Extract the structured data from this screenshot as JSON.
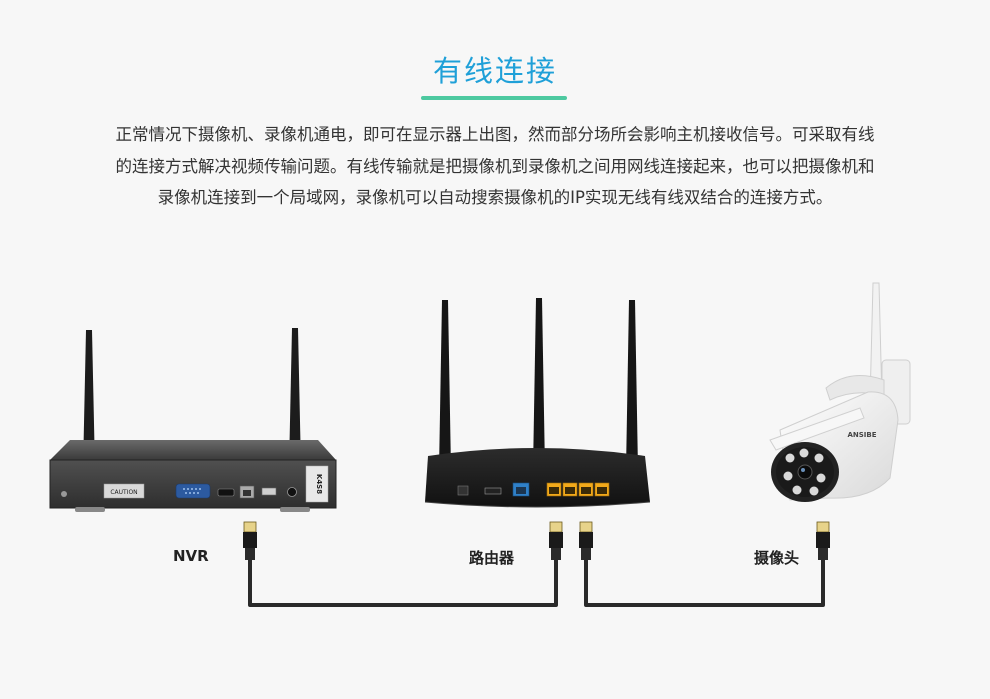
{
  "heading": "有线连接",
  "description": "正常情况下摄像机、录像机通电，即可在显示器上出图，然而部分场所会影响主机接收信号。可采取有线的连接方式解决视频传输问题。有线传输就是把摄像机到录像机之间用网线连接起来，也可以把摄像机和录像机连接到一个局域网，录像机可以自动搜索摄像机的IP实现无线有线双结合的连接方式。",
  "devices": {
    "nvr": {
      "label": "NVR",
      "panel_text": "CAUTION",
      "side_badge": "K4S8"
    },
    "router": {
      "label": "路由器"
    },
    "camera": {
      "label": "摄像头",
      "brand": "ANSIBE"
    }
  },
  "colors": {
    "heading": "#1fa0d8",
    "underline": "#4dc9a0",
    "cable": "#2a2a2a",
    "router_lan_port": "#f2a91a",
    "router_wan_port": "#2f80c8"
  }
}
